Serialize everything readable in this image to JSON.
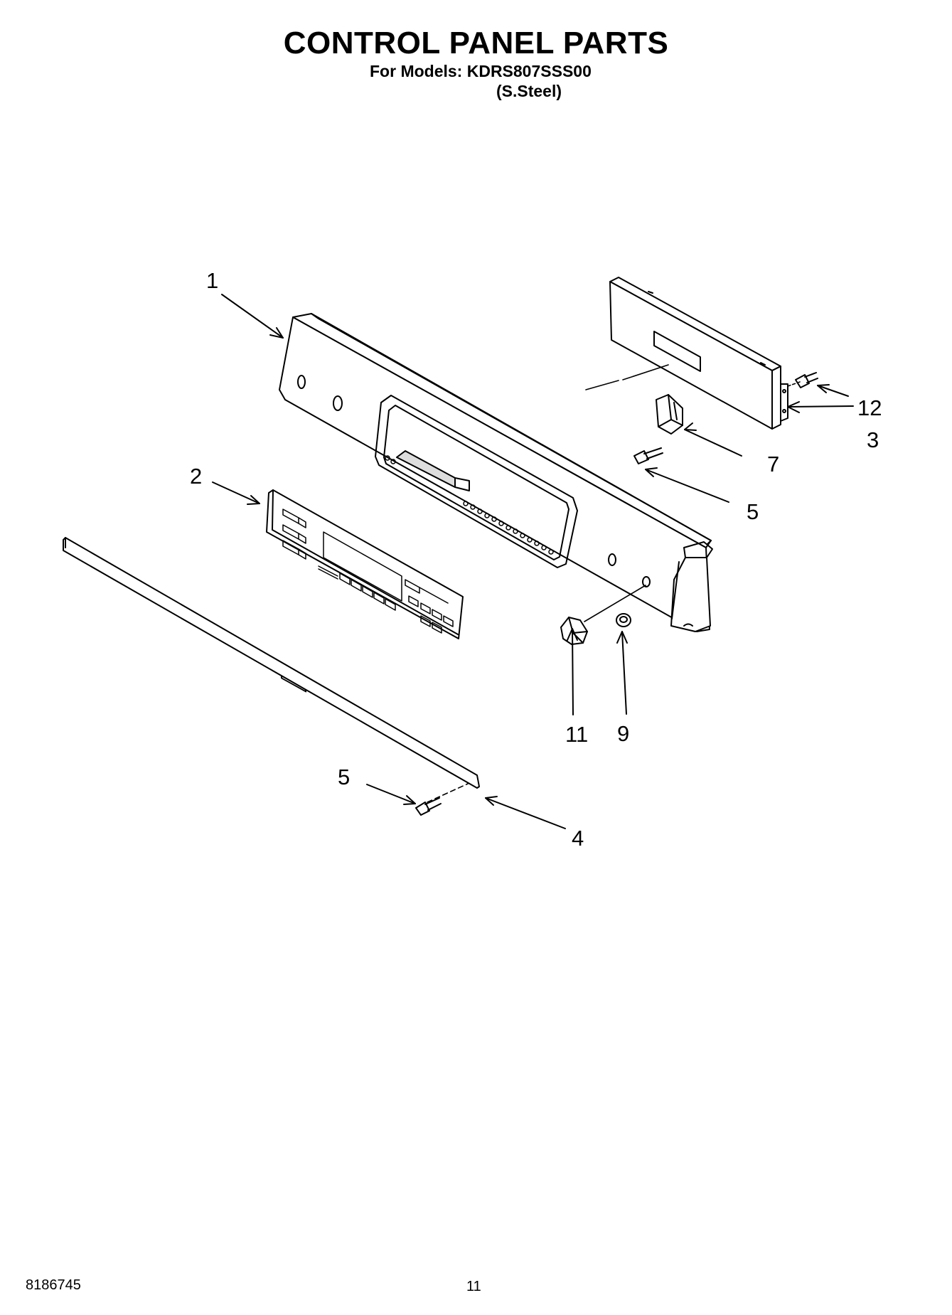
{
  "header": {
    "title": "CONTROL PANEL PARTS",
    "subtitle": "For Models: KDRS807SSS00",
    "subtitle2": "(S.Steel)"
  },
  "callouts": [
    "1",
    "2",
    "3",
    "4",
    "5",
    "5",
    "7",
    "9",
    "11",
    "12"
  ],
  "footer": {
    "doc_number": "8186745",
    "page_number": "11"
  }
}
